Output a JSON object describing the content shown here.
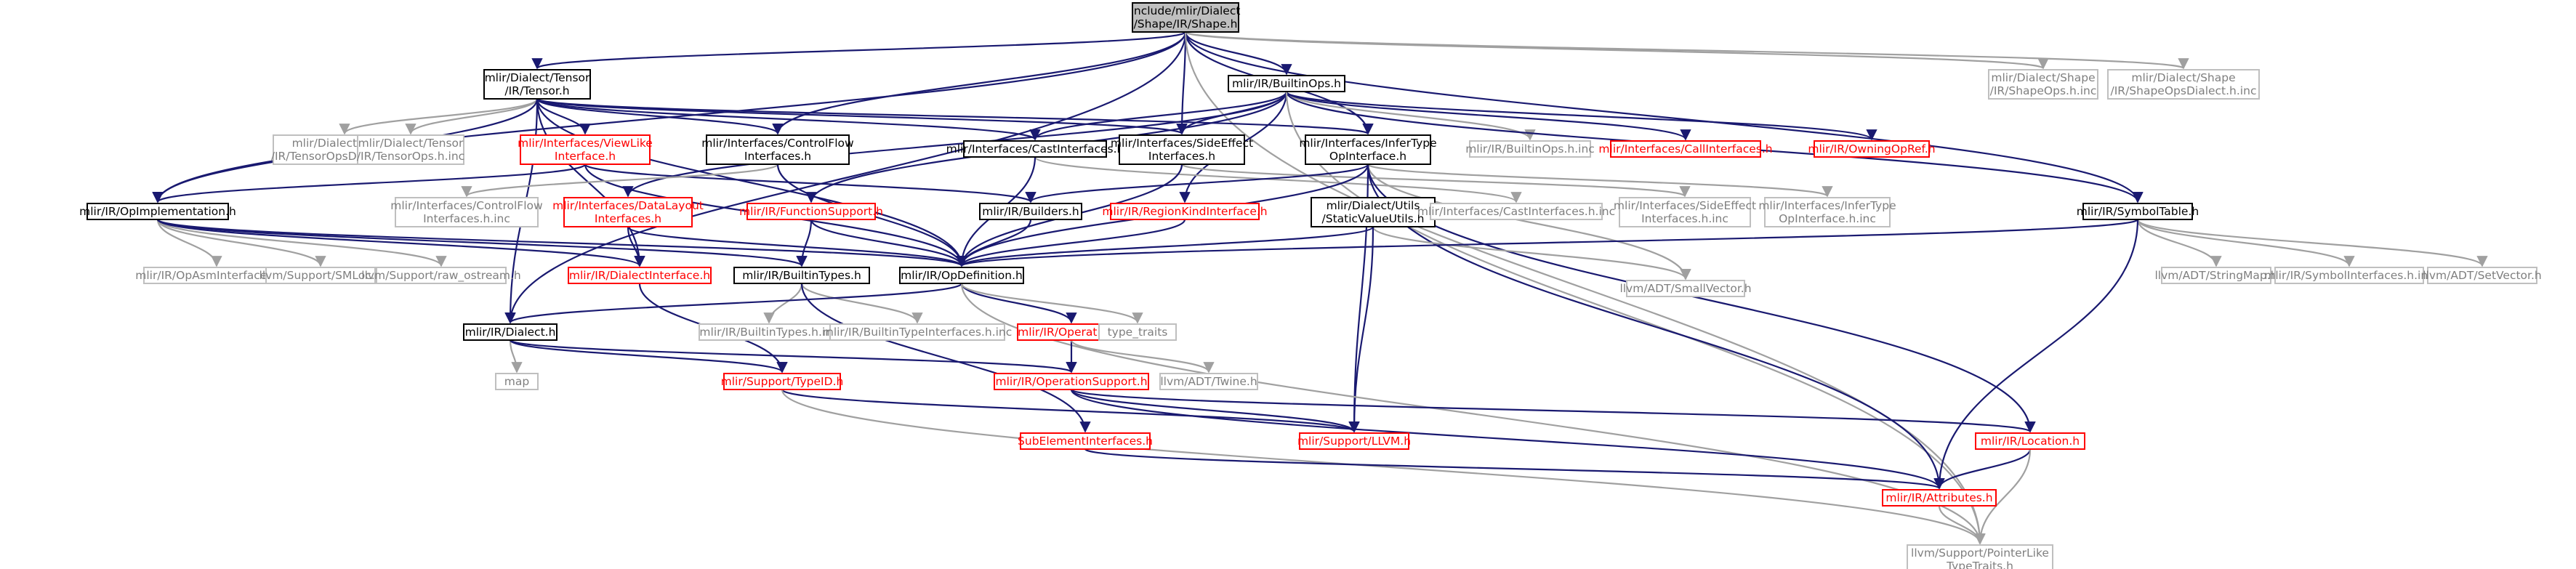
{
  "colors": {
    "edge_include": "#191970",
    "edge_external": "#a0a0a0",
    "border_documented": "#000000",
    "border_undocumented": "#ff0000",
    "border_external": "#bfbfbf",
    "text_documented": "#000000",
    "text_undocumented": "#ff0000",
    "text_external": "#7f7f7f",
    "root_fill": "#bfbfbf",
    "node_fill": "#ffffff"
  },
  "nodes": [
    {
      "id": "root",
      "kind": "root",
      "lines": [
        "include/mlir/Dialect",
        "/Shape/IR/Shape.h"
      ]
    },
    {
      "id": "tensor",
      "kind": "documented",
      "lines": [
        "mlir/Dialect/Tensor",
        "/IR/Tensor.h"
      ]
    },
    {
      "id": "builtinops",
      "kind": "documented",
      "lines": [
        "mlir/IR/BuiltinOps.h"
      ]
    },
    {
      "id": "shapeops_inc",
      "kind": "external",
      "lines": [
        "mlir/Dialect/Shape",
        "/IR/ShapeOps.h.inc"
      ]
    },
    {
      "id": "shapeopsdialect_inc",
      "kind": "external",
      "lines": [
        "mlir/Dialect/Shape",
        "/IR/ShapeOpsDialect.h.inc"
      ]
    },
    {
      "id": "tensoropsdialect_inc",
      "kind": "external",
      "lines": [
        "mlir/Dialect/Tensor",
        "/IR/TensorOpsDialect.h.inc"
      ]
    },
    {
      "id": "tensorops_inc",
      "kind": "external",
      "lines": [
        "mlir/Dialect/Tensor",
        "/IR/TensorOps.h.inc"
      ]
    },
    {
      "id": "viewlike",
      "kind": "undocumented",
      "lines": [
        "mlir/Interfaces/ViewLike",
        "Interface.h"
      ]
    },
    {
      "id": "controlflow",
      "kind": "documented",
      "lines": [
        "mlir/Interfaces/ControlFlow",
        "Interfaces.h"
      ]
    },
    {
      "id": "castinterfaces",
      "kind": "documented",
      "lines": [
        "mlir/Interfaces/CastInterfaces.h"
      ]
    },
    {
      "id": "sideeffect",
      "kind": "documented",
      "lines": [
        "mlir/Interfaces/SideEffect",
        "Interfaces.h"
      ]
    },
    {
      "id": "infertype",
      "kind": "documented",
      "lines": [
        "mlir/Interfaces/InferType",
        "OpInterface.h"
      ]
    },
    {
      "id": "builtinops_inc",
      "kind": "external",
      "lines": [
        "mlir/IR/BuiltinOps.h.inc"
      ]
    },
    {
      "id": "callinterfaces",
      "kind": "undocumented",
      "lines": [
        "mlir/Interfaces/CallInterfaces.h"
      ]
    },
    {
      "id": "owningopref",
      "kind": "undocumented",
      "lines": [
        "mlir/IR/OwningOpRef.h"
      ]
    },
    {
      "id": "opimpl",
      "kind": "documented",
      "lines": [
        "mlir/IR/OpImplementation.h"
      ]
    },
    {
      "id": "controlflow_inc",
      "kind": "external",
      "lines": [
        "mlir/Interfaces/ControlFlow",
        "Interfaces.h.inc"
      ]
    },
    {
      "id": "datalayout",
      "kind": "undocumented",
      "lines": [
        "mlir/Interfaces/DataLayout",
        "Interfaces.h"
      ]
    },
    {
      "id": "functionsupport",
      "kind": "undocumented",
      "lines": [
        "mlir/IR/FunctionSupport.h"
      ]
    },
    {
      "id": "builders",
      "kind": "documented",
      "lines": [
        "mlir/IR/Builders.h"
      ]
    },
    {
      "id": "regionkind",
      "kind": "undocumented",
      "lines": [
        "mlir/IR/RegionKindInterface.h"
      ]
    },
    {
      "id": "staticvalue",
      "kind": "documented",
      "lines": [
        "mlir/Dialect/Utils",
        "/StaticValueUtils.h"
      ]
    },
    {
      "id": "castinterfaces_inc",
      "kind": "external",
      "lines": [
        "mlir/Interfaces/CastInterfaces.h.inc"
      ]
    },
    {
      "id": "sideeffect_inc",
      "kind": "external",
      "lines": [
        "mlir/Interfaces/SideEffect",
        "Interfaces.h.inc"
      ]
    },
    {
      "id": "infertype_inc",
      "kind": "external",
      "lines": [
        "mlir/Interfaces/InferType",
        "OpInterface.h.inc"
      ]
    },
    {
      "id": "symboltable",
      "kind": "documented",
      "lines": [
        "mlir/IR/SymbolTable.h"
      ]
    },
    {
      "id": "opasm_inc",
      "kind": "external",
      "lines": [
        "mlir/IR/OpAsmInterface.h.inc"
      ]
    },
    {
      "id": "smloc",
      "kind": "external",
      "lines": [
        "llvm/Support/SMLoc.h"
      ]
    },
    {
      "id": "raw_ostream",
      "kind": "external",
      "lines": [
        "llvm/Support/raw_ostream.h"
      ]
    },
    {
      "id": "dialectinterface",
      "kind": "undocumented",
      "lines": [
        "mlir/IR/DialectInterface.h"
      ]
    },
    {
      "id": "builtintypes",
      "kind": "documented",
      "lines": [
        "mlir/IR/BuiltinTypes.h"
      ]
    },
    {
      "id": "opdefinition",
      "kind": "documented",
      "lines": [
        "mlir/IR/OpDefinition.h"
      ]
    },
    {
      "id": "smallvector",
      "kind": "external",
      "lines": [
        "llvm/ADT/SmallVector.h"
      ]
    },
    {
      "id": "stringmap",
      "kind": "external",
      "lines": [
        "llvm/ADT/StringMap.h"
      ]
    },
    {
      "id": "symbolinterfaces_inc",
      "kind": "external",
      "lines": [
        "mlir/IR/SymbolInterfaces.h.inc"
      ]
    },
    {
      "id": "setvector",
      "kind": "external",
      "lines": [
        "llvm/ADT/SetVector.h"
      ]
    },
    {
      "id": "dialect",
      "kind": "documented",
      "lines": [
        "mlir/IR/Dialect.h"
      ]
    },
    {
      "id": "builtintypes_inc",
      "kind": "external",
      "lines": [
        "mlir/IR/BuiltinTypes.h.inc"
      ]
    },
    {
      "id": "builtintypeinterfaces_inc",
      "kind": "external",
      "lines": [
        "mlir/IR/BuiltinTypeInterfaces.h.inc"
      ]
    },
    {
      "id": "operation",
      "kind": "undocumented",
      "lines": [
        "mlir/IR/Operation.h"
      ]
    },
    {
      "id": "type_traits",
      "kind": "external",
      "lines": [
        "type_traits"
      ]
    },
    {
      "id": "map",
      "kind": "external",
      "lines": [
        "map"
      ]
    },
    {
      "id": "typeid",
      "kind": "undocumented",
      "lines": [
        "mlir/Support/TypeID.h"
      ]
    },
    {
      "id": "operationsupport",
      "kind": "undocumented",
      "lines": [
        "mlir/IR/OperationSupport.h"
      ]
    },
    {
      "id": "twine",
      "kind": "external",
      "lines": [
        "llvm/ADT/Twine.h"
      ]
    },
    {
      "id": "subelement",
      "kind": "undocumented",
      "lines": [
        "SubElementInterfaces.h"
      ]
    },
    {
      "id": "llvm_h",
      "kind": "undocumented",
      "lines": [
        "mlir/Support/LLVM.h"
      ]
    },
    {
      "id": "location",
      "kind": "undocumented",
      "lines": [
        "mlir/IR/Location.h"
      ]
    },
    {
      "id": "attributes",
      "kind": "undocumented",
      "lines": [
        "mlir/IR/Attributes.h"
      ]
    },
    {
      "id": "pointerlike",
      "kind": "external",
      "lines": [
        "llvm/Support/PointerLike",
        "TypeTraits.h"
      ]
    }
  ]
}
